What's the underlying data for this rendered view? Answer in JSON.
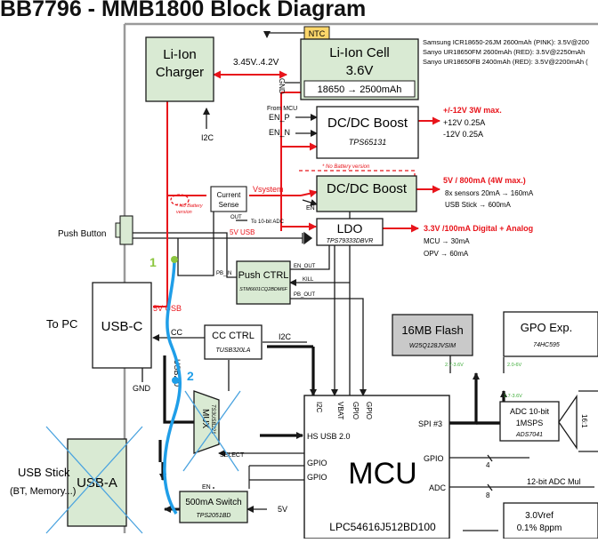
{
  "title": "BB7796 - MMB1800 Block Diagram",
  "colors": {
    "block_fill": "#d9ead3",
    "block_stroke": "#1a1a1a",
    "power": "#e8141b",
    "usb_path": "#1f9ee8",
    "annotation_green": "#8cc63f",
    "flash_fill": "#c9c9c9"
  },
  "blocks": {
    "charger": [
      "Li-Ion",
      "Charger"
    ],
    "cell": [
      "Li-Ion Cell",
      "3.6V"
    ],
    "cell_capacity": "18650 → 2500mAh",
    "ntc": "NTC",
    "boost1": "DC/DC Boost",
    "boost1_part": "TPS65131",
    "boost2": "DC/DC Boost",
    "ldo": "LDO",
    "ldo_part": "TPS79333DBVR",
    "current_sense": [
      "Current",
      "Sense"
    ],
    "push_ctrl": "Push CTRL",
    "push_ctrl_part": "STM6601CQ2BDM6F",
    "usbc": "USB-C",
    "cc_ctrl": "CC CTRL",
    "cc_ctrl_part": "TUSB320LA",
    "mux": "MUX",
    "mux_part": "TS3USB221",
    "usba": "USB-A",
    "switch": "500mA Switch",
    "switch_part": "TPS2051BD",
    "mcu": "MCU",
    "mcu_part": "LPC54616J512BD100",
    "flash": "16MB Flash",
    "flash_part": "W25Q128JVSIM",
    "gpo": "GPO Exp.",
    "gpo_part": "74HC595",
    "adc": [
      "ADC 10-bit",
      "1MSPS"
    ],
    "adc_part": "ADS7041",
    "vref": [
      "3.0Vref",
      "0.1% 8ppm"
    ]
  },
  "labels": {
    "cell_specs": [
      "Samsung ICR18650-26JM 2600mAh (PINK): 3.5V@200",
      "Sanyo UR18650FM 2600mAh (RED): 3.5V@2250mAh",
      "Sanyo UR18650FB 2400mAh (RED): 3.5V@2200mAh ("
    ],
    "charge_range": "3.45V..4.2V",
    "gnd": "GND",
    "i2c_charger": "I2C",
    "from_mcu": "From MCU",
    "en_p": "EN_P",
    "en_n": "EN_N",
    "no_battery_1": "* No Battery version",
    "no_battery_2": [
      "* No Battery",
      "version"
    ],
    "vsystem": "Vsystem",
    "en_boost2": "EN",
    "out_sense": "OUT",
    "to_adc": "To 10-bit ADC",
    "v5usb_line": "5V USB",
    "push_button": "Push Button",
    "pb_in": "PB_IN",
    "en_out": "EN_OUT",
    "kill": "KILL",
    "pb_out": "PB_OUT",
    "v5usb_side": "5V USB",
    "to_pc": "To PC",
    "cc": "CC",
    "i2c_cc": "I2C",
    "usb20": "USB2.0",
    "gnd_usbc": "GND",
    "select": "SELECT",
    "usb_stick": [
      "USB Stick",
      "(BT, Memory...)"
    ],
    "en_switch": "EN",
    "v5_switch": "5V",
    "mcu_pins_top": [
      "I2C",
      "VBAT",
      "GPIO",
      "GPIO"
    ],
    "hs_usb": "HS USB 2.0",
    "gpio_left": [
      "GPIO",
      "GPIO"
    ],
    "spi": "SPI #3",
    "gpio_right": "GPIO",
    "adc_pin": "ADC",
    "bus4": "4",
    "bus8": "8",
    "adc_mux": "12-bit ADC Mul",
    "v27_flash": "2.7-3.6V",
    "v20_gpo": "2.0-6V",
    "v17_adc": "1.7-3.6V",
    "amp_label": "16:1",
    "anno1": "1",
    "anno2": "2"
  },
  "specs": {
    "boost1_title": "+/-12V 3W max.",
    "boost1_lines": [
      "+12V 0.25A",
      "-12V 0.25A"
    ],
    "boost2_title": "5V / 800mA (4W max.)",
    "boost2_lines": [
      "8x sensors 20mA → 160mA",
      "USB Stick → 600mA"
    ],
    "ldo_title": "3.3V /100mA Digital + Analog",
    "ldo_lines": [
      "MCU → 30mA",
      "OPV → 60mA"
    ]
  }
}
